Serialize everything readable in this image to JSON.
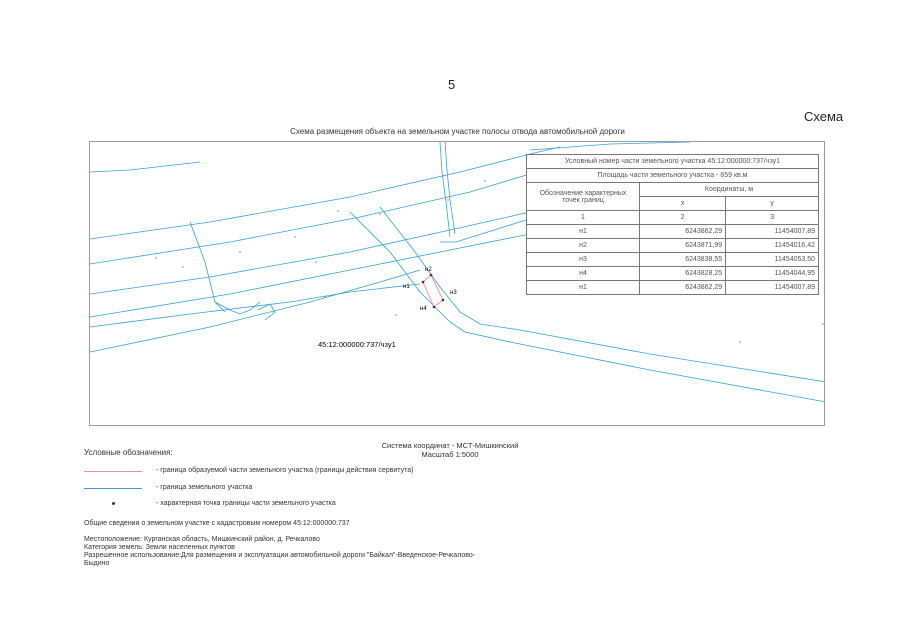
{
  "page_number": "5",
  "scheme_word": "Схема",
  "map_title": "Схема размещения объекта на земельном участке полосы отвода автомобильной дороги",
  "table": {
    "cadastral_title": "Условный номер части земельного участка 45:12:000000:737/чзу1",
    "area_title": "Площадь части земельного участка - 659 кв.м",
    "col_points_header": "Обозначение характерных точек границ",
    "col_coords_header": "Координаты, м",
    "col_x": "x",
    "col_y": "y",
    "col_numbers": [
      "1",
      "2",
      "3"
    ],
    "rows": [
      {
        "point": "н1",
        "x": "6243862,29",
        "y": "11454007,89"
      },
      {
        "point": "н2",
        "x": "6243871,99",
        "y": "11454016,42"
      },
      {
        "point": "н3",
        "x": "6243838,55",
        "y": "11454053,50"
      },
      {
        "point": "н4",
        "x": "6243828,25",
        "y": "11454044,95"
      },
      {
        "point": "н1",
        "x": "6243862,29",
        "y": "11454007,89"
      }
    ]
  },
  "map_points": {
    "n1": "н1",
    "n2": "н2",
    "n3": "н3",
    "n4": "н4"
  },
  "parcel_label": "45:12:000000:737/чзу1",
  "coord_system": "Система координат - МСТ-Мишкинский",
  "scale": "Масштаб 1:5000",
  "legend": {
    "title": "Условные обозначения:",
    "items": [
      {
        "text": "- граница образуемой части земельного участка (границы действия сервитута)",
        "color": "#e8909a"
      },
      {
        "text": "- граница земельного участка",
        "color": "#3a9fd0"
      },
      {
        "text": "- характерная точка границы части земельного участка"
      }
    ]
  },
  "info": {
    "heading": "Общие сведения о земельном участке с кадастровым номером 45:12:000000:737",
    "location": "Местоположение: Курганская область, Мишкинский район, д. Речкалово",
    "category": "Категория земель: Земли населенных пунктов",
    "usage_line1": "Разрешенное использование:Для размещения и эксплуатации автомобильной дороги \"Байкал\"-Введенское-Речкалово-",
    "usage_line2": "Быдино"
  },
  "colors": {
    "parcel_line": "#3a9fd0",
    "servitude_line": "#e8909a"
  }
}
